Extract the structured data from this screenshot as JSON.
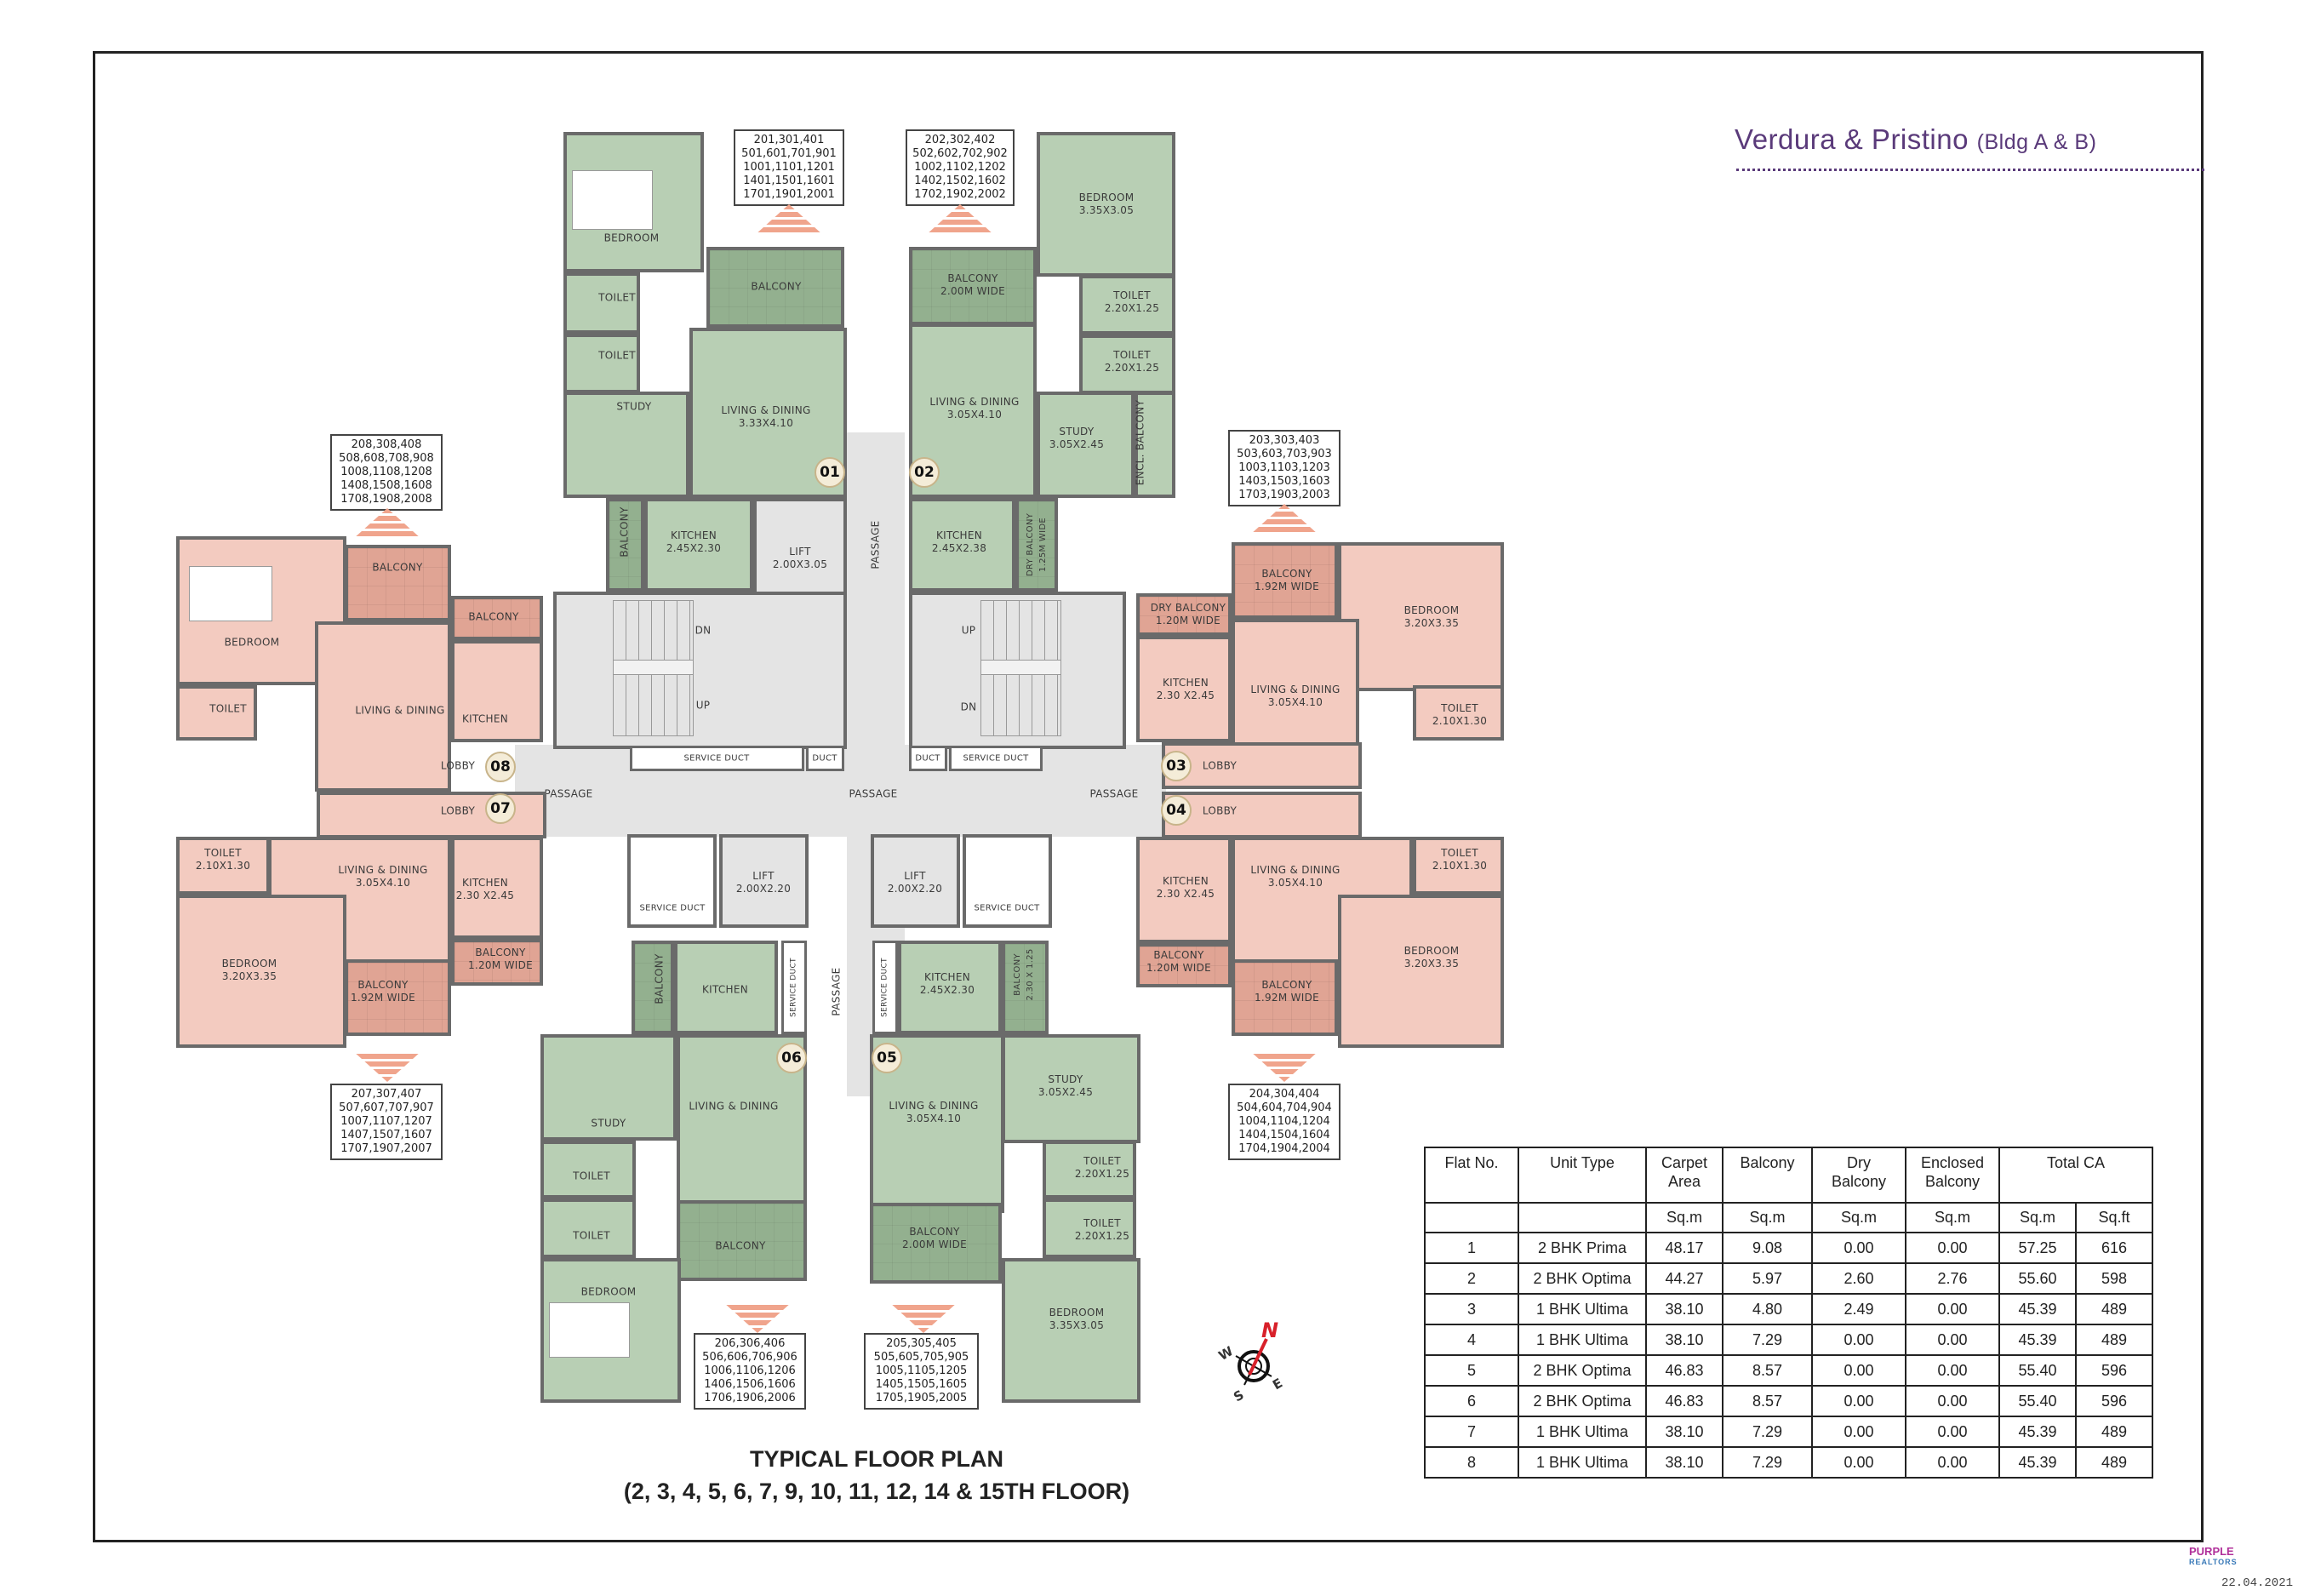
{
  "header": {
    "project_title": "Verdura & Pristino",
    "project_subtitle": "(Bldg A & B)"
  },
  "plan_title": {
    "line1": "TYPICAL FLOOR PLAN",
    "line2": "(2, 3, 4, 5, 6, 7, 9, 10, 11, 12, 14 & 15TH FLOOR)"
  },
  "units": [
    {
      "badge": "01",
      "numbers": [
        "201,301,401",
        "501,601,701,901",
        "1001,1101,1201",
        "1401,1501,1601",
        "1701,1901,2001"
      ],
      "rooms": {
        "bedroom": "BEDROOM",
        "toilet1": "TOILET",
        "toilet2": "TOILET",
        "study": "STUDY",
        "balcony": "BALCONY",
        "living": "LIVING & DINING\n3.33X4.10",
        "kitchen": "KITCHEN\n2.45X2.30",
        "side_balcony": "BALCONY"
      }
    },
    {
      "badge": "02",
      "numbers": [
        "202,302,402",
        "502,602,702,902",
        "1002,1102,1202",
        "1402,1502,1602",
        "1702,1902,2002"
      ],
      "rooms": {
        "bedroom": "BEDROOM\n3.35X3.05",
        "balcony": "BALCONY\n2.00M WIDE",
        "toilet1": "TOILET\n2.20X1.25",
        "toilet2": "TOILET\n2.20X1.25",
        "living": "LIVING & DINING\n3.05X4.10",
        "study": "STUDY\n3.05X2.45",
        "encl_balcony": "ENCL. BALCONY",
        "kitchen": "KITCHEN\n2.45X2.38",
        "dry_balcony": "DRY BALCONY\n1.25M WIDE"
      }
    },
    {
      "badge": "03",
      "numbers": [
        "203,303,403",
        "503,603,703,903",
        "1003,1103,1203",
        "1403,1503,1603",
        "1703,1903,2003"
      ],
      "rooms": {
        "balcony": "BALCONY\n1.92M WIDE",
        "dry_balcony": "DRY BALCONY\n1.20M WIDE",
        "bedroom": "BEDROOM\n3.20X3.35",
        "kitchen": "KITCHEN\n2.30 X2.45",
        "living": "LIVING & DINING\n3.05X4.10",
        "toilet": "TOILET\n2.10X1.30",
        "lobby": "LOBBY"
      }
    },
    {
      "badge": "04",
      "numbers": [
        "204,304,404",
        "504,604,704,904",
        "1004,1104,1204",
        "1404,1504,1604",
        "1704,1904,2004"
      ],
      "rooms": {
        "lobby": "LOBBY",
        "kitchen": "KITCHEN\n2.30 X2.45",
        "living": "LIVING & DINING\n3.05X4.10",
        "toilet": "TOILET\n2.10X1.30",
        "bedroom": "BEDROOM\n3.20X3.35",
        "side_balcony": "BALCONY\n1.20M WIDE",
        "balcony": "BALCONY\n1.92M WIDE"
      }
    },
    {
      "badge": "05",
      "numbers": [
        "205,305,405",
        "505,605,705,905",
        "1005,1105,1205",
        "1405,1505,1605",
        "1705,1905,2005"
      ],
      "rooms": {
        "kitchen": "KITCHEN\n2.45X2.30",
        "side_balcony": "BALCONY\n2.30 X 1.25",
        "living": "LIVING & DINING\n3.05X4.10",
        "study": "STUDY\n3.05X2.45",
        "toilet1": "TOILET\n2.20X1.25",
        "toilet2": "TOILET\n2.20X1.25",
        "balcony": "BALCONY\n2.00M WIDE",
        "bedroom": "BEDROOM\n3.35X3.05",
        "duct": "SERVICE DUCT"
      }
    },
    {
      "badge": "06",
      "numbers": [
        "206,306,406",
        "506,606,706,906",
        "1006,1106,1206",
        "1406,1506,1606",
        "1706,1906,2006"
      ],
      "rooms": {
        "kitchen": "KITCHEN",
        "side_balcony": "BALCONY",
        "living": "LIVING & DINING",
        "study": "STUDY",
        "toilet1": "TOILET",
        "toilet2": "TOILET",
        "balcony": "BALCONY",
        "bedroom": "BEDROOM",
        "duct": "SERVICE DUCT"
      }
    },
    {
      "badge": "07",
      "numbers": [
        "207,307,407",
        "507,607,707,907",
        "1007,1107,1207",
        "1407,1507,1607",
        "1707,1907,2007"
      ],
      "rooms": {
        "lobby": "LOBBY",
        "toilet": "TOILET\n2.10X1.30",
        "living": "LIVING & DINING\n3.05X4.10",
        "kitchen": "KITCHEN\n2.30 X2.45",
        "bedroom": "BEDROOM\n3.20X3.35",
        "balcony": "BALCONY\n1.92M WIDE",
        "side_balcony": "BALCONY\n1.20M WIDE"
      }
    },
    {
      "badge": "08",
      "numbers": [
        "208,308,408",
        "508,608,708,908",
        "1008,1108,1208",
        "1408,1508,1608",
        "1708,1908,2008"
      ],
      "rooms": {
        "balcony": "BALCONY",
        "side_balcony": "BALCONY",
        "bedroom": "BEDROOM",
        "toilet": "TOILET",
        "living": "LIVING & DINING",
        "kitchen": "KITCHEN",
        "lobby": "LOBBY"
      }
    }
  ],
  "core": {
    "lift_top_left": "LIFT\n2.00X3.05",
    "lift_bottom_left": "LIFT\n2.00X2.20",
    "lift_bottom_right": "LIFT\n2.00X2.20",
    "passage": "PASSAGE",
    "stair_up": "UP",
    "stair_dn": "DN",
    "service_duct": "SERVICE DUCT",
    "duct": "DUCT"
  },
  "compass": {
    "n": "N",
    "s": "S",
    "e": "E",
    "w": "W"
  },
  "area_table": {
    "headers": [
      "Flat No.",
      "Unit Type",
      "Carpet\nArea",
      "Balcony",
      "Dry\nBalcony",
      "Enclosed\nBalcony",
      "Total CA"
    ],
    "units_row": [
      "",
      "",
      "Sq.m",
      "Sq.m",
      "Sq.m",
      "Sq.m",
      "Sq.m",
      "Sq.ft"
    ],
    "rows": [
      [
        "1",
        "2 BHK Prima",
        "48.17",
        "9.08",
        "0.00",
        "0.00",
        "57.25",
        "616"
      ],
      [
        "2",
        "2 BHK Optima",
        "44.27",
        "5.97",
        "2.60",
        "2.76",
        "55.60",
        "598"
      ],
      [
        "3",
        "1 BHK Ultima",
        "38.10",
        "4.80",
        "2.49",
        "0.00",
        "45.39",
        "489"
      ],
      [
        "4",
        "1 BHK Ultima",
        "38.10",
        "7.29",
        "0.00",
        "0.00",
        "45.39",
        "489"
      ],
      [
        "5",
        "2 BHK Optima",
        "46.83",
        "8.57",
        "0.00",
        "0.00",
        "55.40",
        "596"
      ],
      [
        "6",
        "2 BHK Optima",
        "46.83",
        "8.57",
        "0.00",
        "0.00",
        "55.40",
        "596"
      ],
      [
        "7",
        "1 BHK Ultima",
        "38.10",
        "7.29",
        "0.00",
        "0.00",
        "45.39",
        "489"
      ],
      [
        "8",
        "1 BHK Ultima",
        "38.10",
        "7.29",
        "0.00",
        "0.00",
        "45.39",
        "489"
      ]
    ]
  },
  "footer": {
    "logo_line1": "PURPLE",
    "logo_line2": "REALTORS",
    "date": "22.04.2021"
  },
  "colors": {
    "two_bhk_fill": "#b8cfb4",
    "one_bhk_fill": "#f3cbc0",
    "title_purple": "#5a3a7a",
    "arrow_salmon": "#f0a48c",
    "north_red": "#d8202a"
  }
}
